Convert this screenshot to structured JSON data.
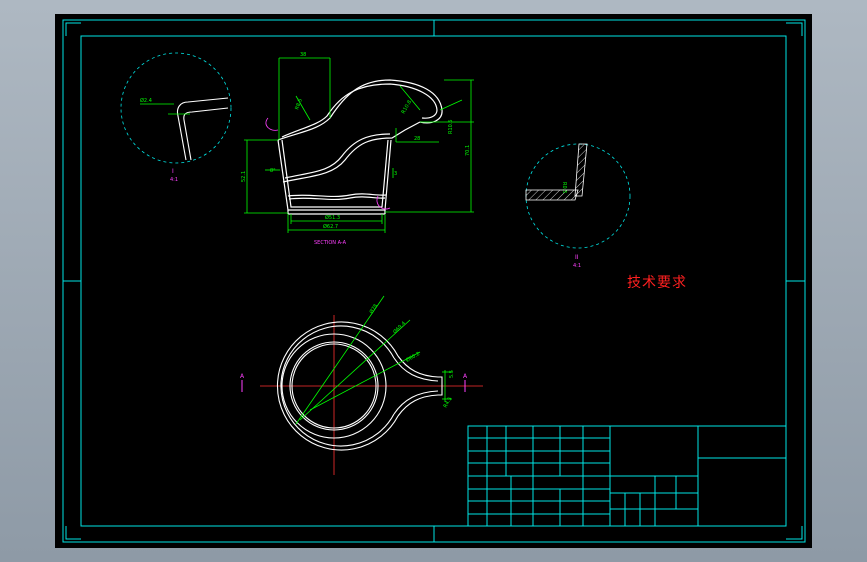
{
  "drawing": {
    "technical_requirements_title": "技术要求",
    "section_label": "SECTION A-A",
    "detail_1_label": "I",
    "detail_1_scale": "4:1",
    "detail_2_label": "II",
    "detail_2_scale": "4:1",
    "section_marker": "A",
    "colors": {
      "background": "#000000",
      "frame": "#00e5e5",
      "outline": "#ffffff",
      "dimension": "#00ff00",
      "centerline": "#ff3030",
      "annotation": "#ff40ff",
      "hatch": "#ffffff"
    },
    "dimensions": {
      "top_width": "38",
      "rim_radius": "R8.5",
      "handle_radius": "R10.8",
      "handle_offset": "28",
      "right_height": "R10.5",
      "overall_height": "70.1",
      "left_height": "52.1",
      "taper_angle": "8°",
      "side_note": "3",
      "bottom_inner": "Ø51.3",
      "bottom_outer": "Ø62.7",
      "plan_d1": "Ø78",
      "plan_d2": "Ø69.4",
      "plan_d3": "Ø60.2",
      "plan_handle": "R4.5",
      "plan_tip": "5.5",
      "detail_1_dim": "Ø2.4",
      "detail_2_dim": "R0.5"
    }
  }
}
